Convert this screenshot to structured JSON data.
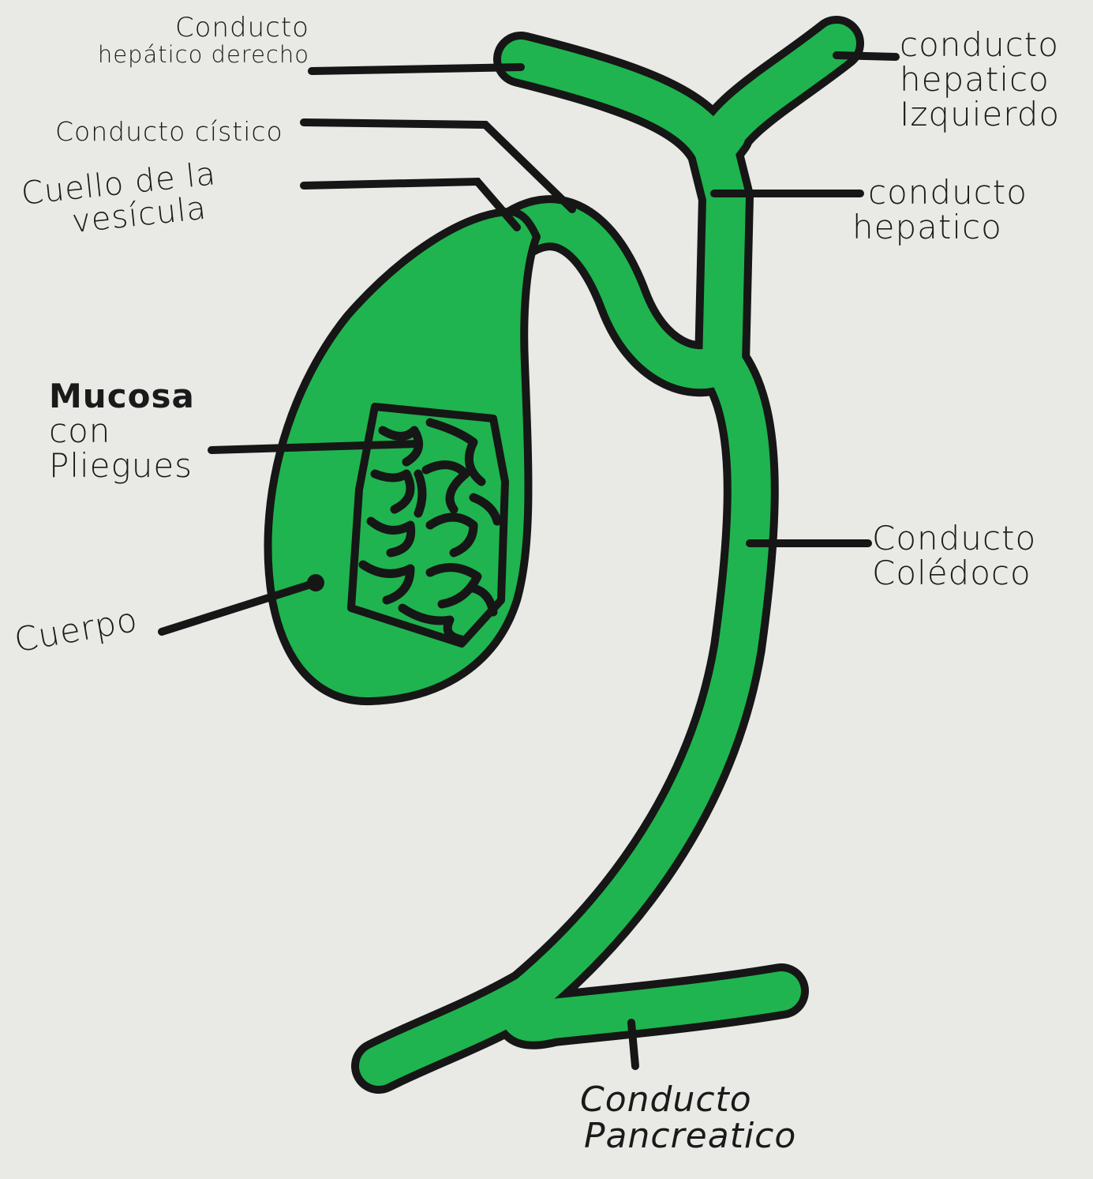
{
  "colors": {
    "paper": "#e9e9e6",
    "organ_fill": "#1fb44f",
    "outline": "#161616",
    "text": "#1a1a1a"
  },
  "labels": {
    "right_hepatic_duct": [
      "Conducto",
      "hepático derecho"
    ],
    "cystic_duct": [
      "Conducto cístico"
    ],
    "gallbladder_neck": [
      "Cuello de la",
      "vesícula"
    ],
    "mucosa": [
      "Mucosa",
      "con",
      "Pliegues"
    ],
    "body": [
      "Cuerpo"
    ],
    "left_hepatic_duct": [
      "conducto",
      "hepatico",
      "Izquierdo"
    ],
    "common_hepatic_duct": [
      "conducto",
      "hepatico"
    ],
    "common_bile_duct": [
      "Conducto",
      "Colédoco"
    ],
    "pancreatic_duct": [
      "Conducto",
      "Pancreatico"
    ]
  }
}
